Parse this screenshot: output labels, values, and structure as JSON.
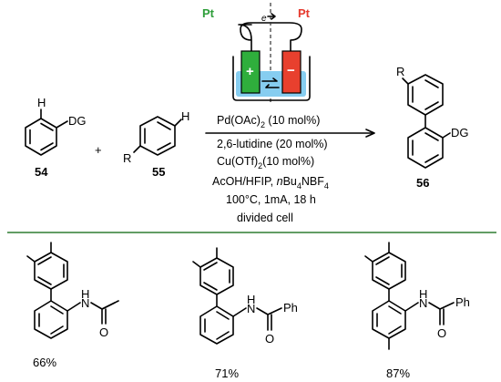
{
  "cell": {
    "left_electrode_label": "Pt",
    "right_electrode_label": "Pt",
    "electron_label": "e",
    "anode_sign": "+",
    "cathode_sign": "−",
    "colors": {
      "left_label": "#2e9e3a",
      "right_label": "#e63a2e",
      "anode_fill": "#2fae3c",
      "cathode_fill": "#e8402e",
      "electrolyte": "#86cdf0",
      "separator": "#555555"
    }
  },
  "scheme": {
    "compound_54": "54",
    "compound_55": "55",
    "compound_56": "56",
    "plus": "+",
    "label_H1": "H",
    "label_DG1": "DG",
    "label_H2": "H",
    "label_R2": "R",
    "label_R3": "R",
    "label_DG3": "DG"
  },
  "conditions": {
    "catalyst": [
      "Pd(OAc)",
      "2",
      " (10 mol%)"
    ],
    "base": "2,6-lutidine (20 mol%)",
    "additive": [
      "Cu(OTf)",
      "2",
      "(10 mol%)"
    ],
    "solvent": [
      "AcOH/HFIP, ",
      "n",
      "Bu",
      "4",
      "NBF",
      "4"
    ],
    "parameters": "100°C, 1mA, 18 h",
    "cell_type": "divided cell"
  },
  "divider_color": "#2e7d32",
  "examples": [
    {
      "yield": "66%",
      "nh": "H",
      "n": "N",
      "o": "O",
      "r": ""
    },
    {
      "yield": "71%",
      "nh": "H",
      "n": "N",
      "o": "O",
      "r": "Ph"
    },
    {
      "yield": "87%",
      "nh": "H",
      "n": "N",
      "o": "O",
      "r": "Ph"
    }
  ]
}
